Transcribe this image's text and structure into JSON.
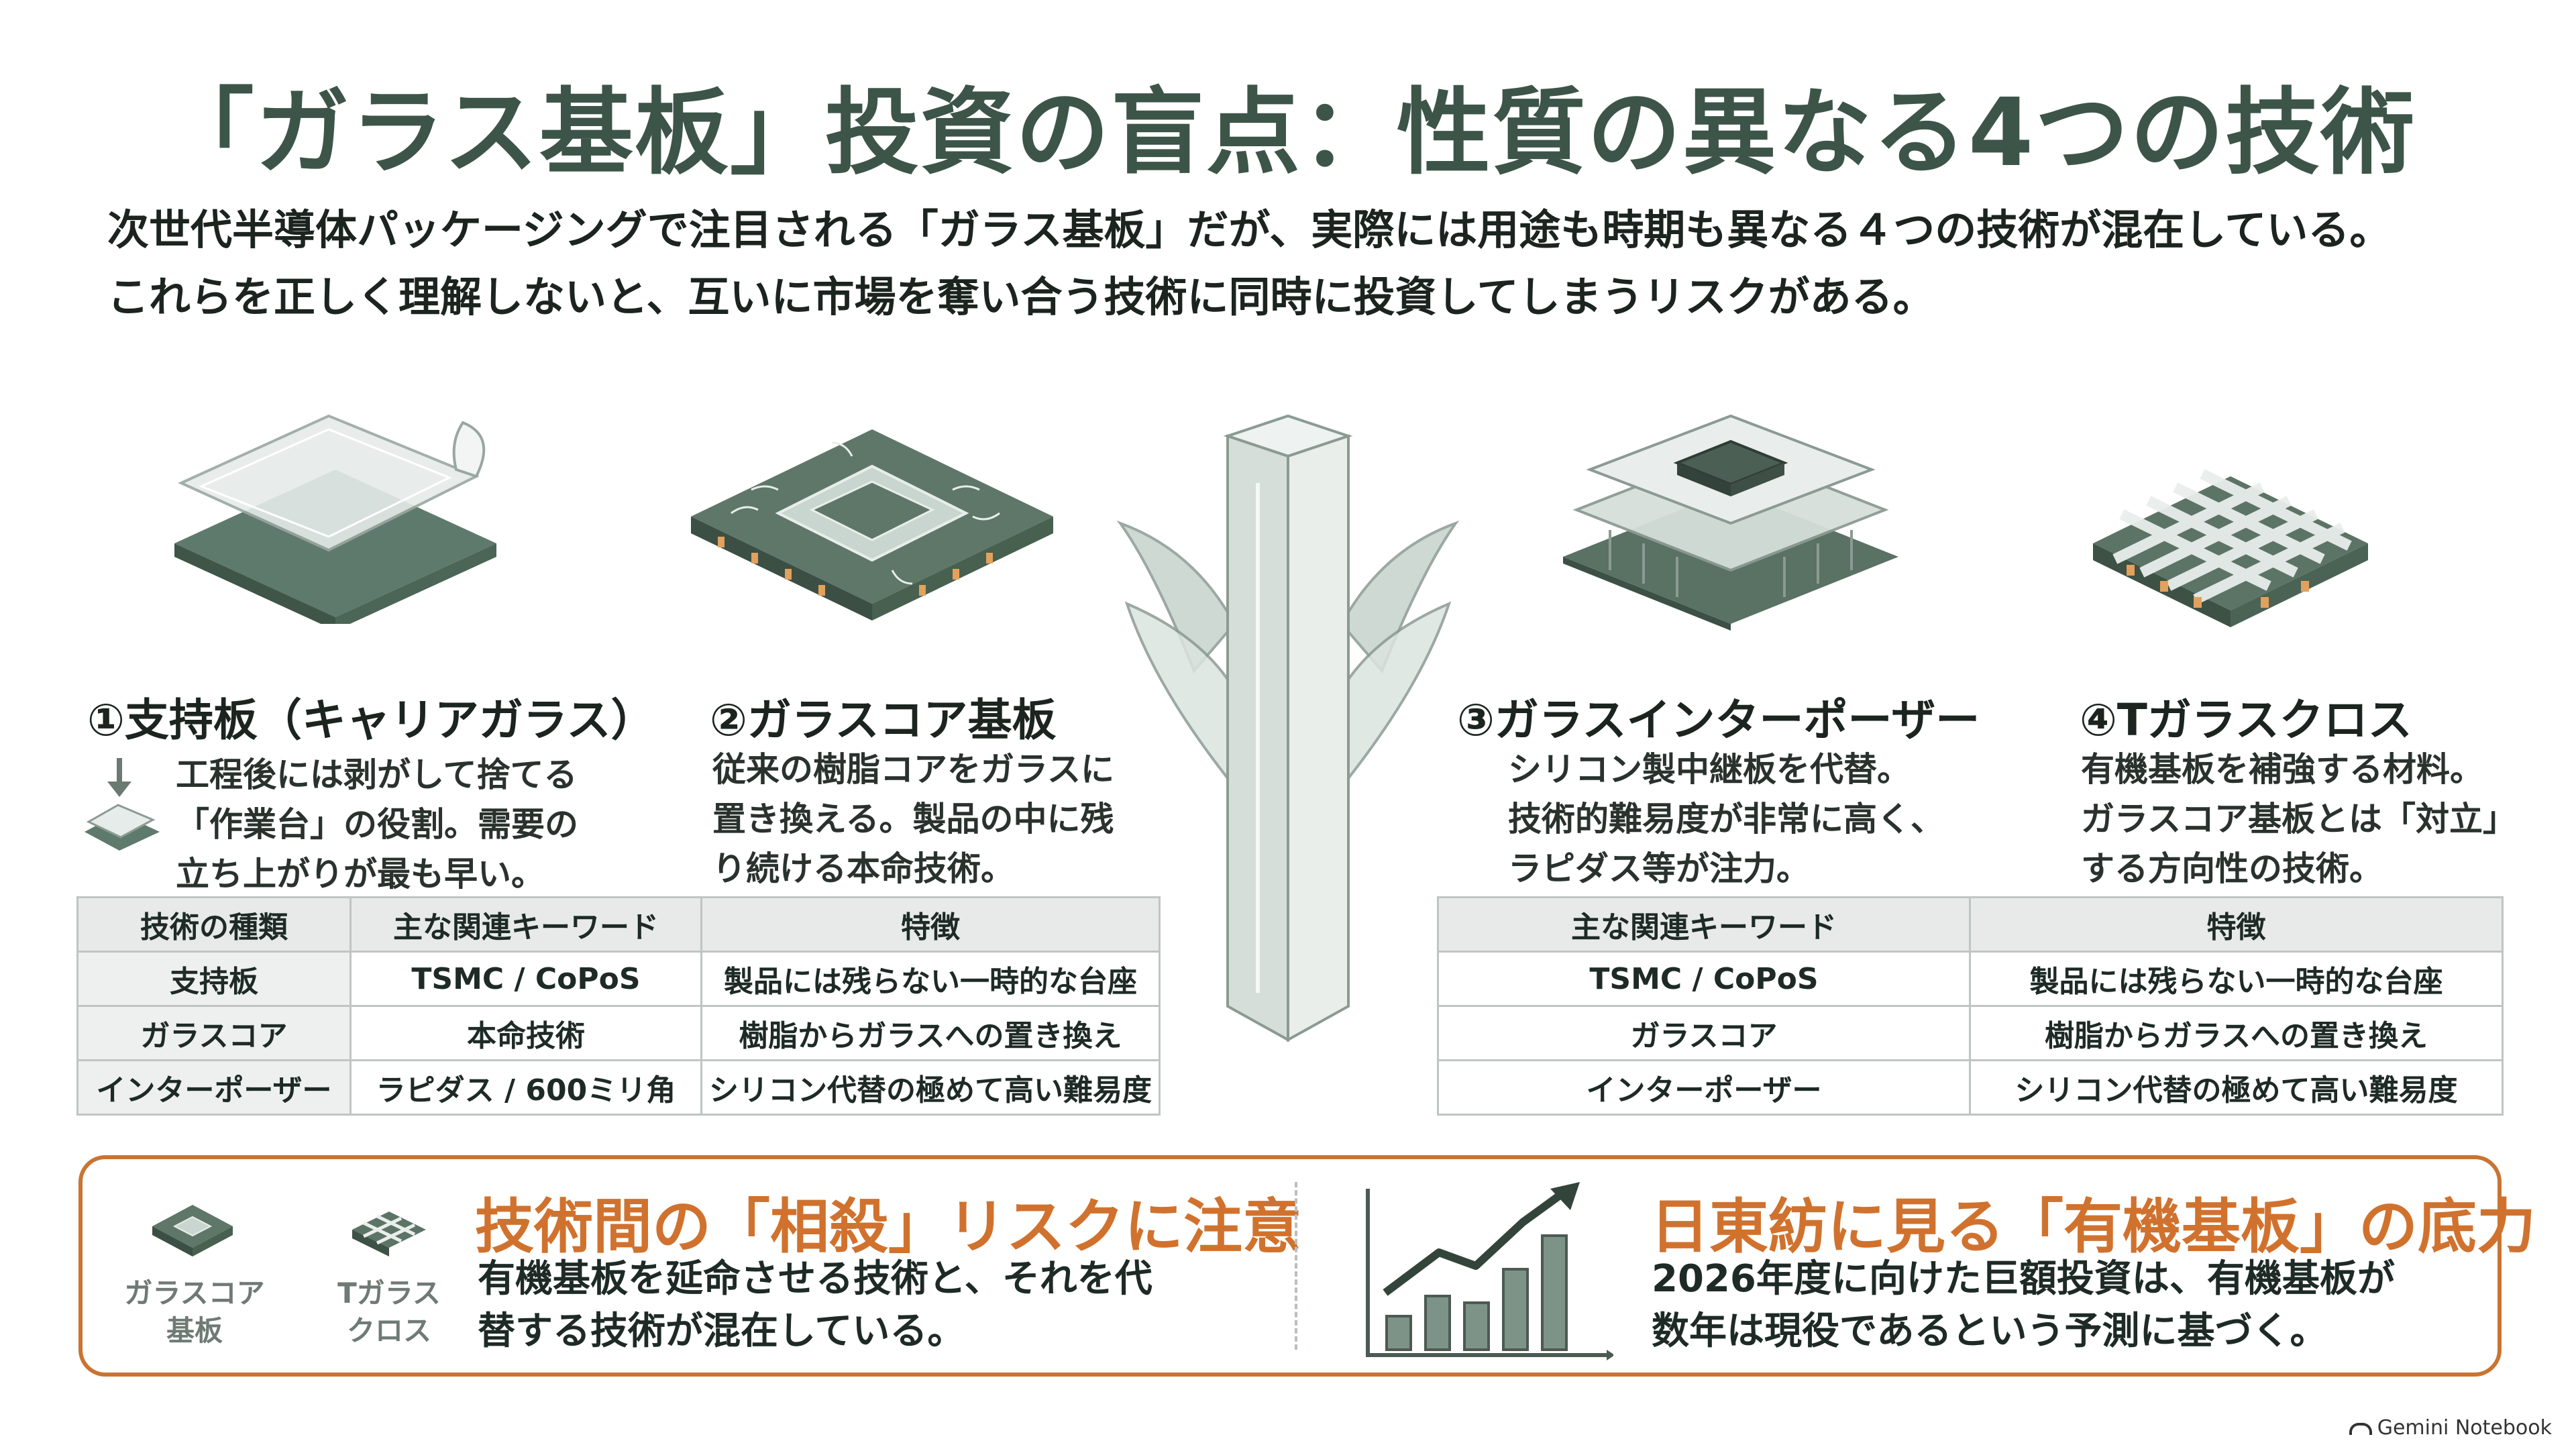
{
  "title": "「ガラス基板」投資の盲点：性質の異なる4つの技術",
  "intro": [
    "次世代半導体パッケージングで注目される「ガラス基板」だが、実際には用途も時期も異なる４つの技術が混在している。",
    "これらを正しく理解しないと、互いに市場を奪い合う技術に同時に投資してしまうリスクがある。"
  ],
  "techs": [
    {
      "title": "①支持板（キャリアガラス）",
      "desc": "工程後には剥がして捨てる\n「作業台」の役割。需要の\n立ち上がりが最も早い。",
      "icon": "carrier-glass-icon"
    },
    {
      "title": "②ガラスコア基板",
      "desc": "従来の樹脂コアをガラスに\n置き換える。製品の中に残\nり続ける本命技術。",
      "icon": "glass-core-substrate-icon"
    },
    {
      "title": "③ガラスインターポーザー",
      "desc": "シリコン製中継板を代替。\n技術的難易度が非常に高く、\nラピダス等が注力。",
      "icon": "glass-interposer-icon"
    },
    {
      "title": "④Tガラスクロス",
      "desc": "有機基板を補強する材料。\nガラスコア基板とは「対立」\nする方向性の技術。",
      "icon": "t-glass-cloth-icon"
    }
  ],
  "table_left": {
    "headers": [
      "技術の種類",
      "主な関連キーワード",
      "特徴"
    ],
    "rows": [
      [
        "支持板",
        "TSMC / CoPoS",
        "製品には残らない一時的な台座"
      ],
      [
        "ガラスコア",
        "本命技術",
        "樹脂からガラスへの置き換え"
      ],
      [
        "インターポーザー",
        "ラピダス / 600ミリ角",
        "シリコン代替の極めて高い難易度"
      ]
    ]
  },
  "table_right": {
    "headers": [
      "主な関連キーワード",
      "特徴"
    ],
    "rows": [
      [
        "TSMC / CoPoS",
        "製品には残らない一時的な台座"
      ],
      [
        "ガラスコア",
        "樹脂からガラスへの置き換え"
      ],
      [
        "インターポーザー",
        "シリコン代替の極めて高い難易度"
      ]
    ]
  },
  "bottom": {
    "left_caption_1": "ガラスコア\n基板",
    "left_caption_2": "Tガラス\nクロス",
    "left_heading": "技術間の「相殺」リスクに注意",
    "left_text": "有機基板を延命させる技術と、それを代\n替する技術が混在している。",
    "right_heading": "日東紡に見る「有機基板」の底力",
    "right_text": "2026年度に向けた巨額投資は、有機基板が\n数年は現役であるという予測に基づく。"
  },
  "colors": {
    "accent_green": "#3d5549",
    "accent_orange": "#d0722e",
    "panel_border": "#c97432"
  },
  "watermark": "Gemini Notebook"
}
